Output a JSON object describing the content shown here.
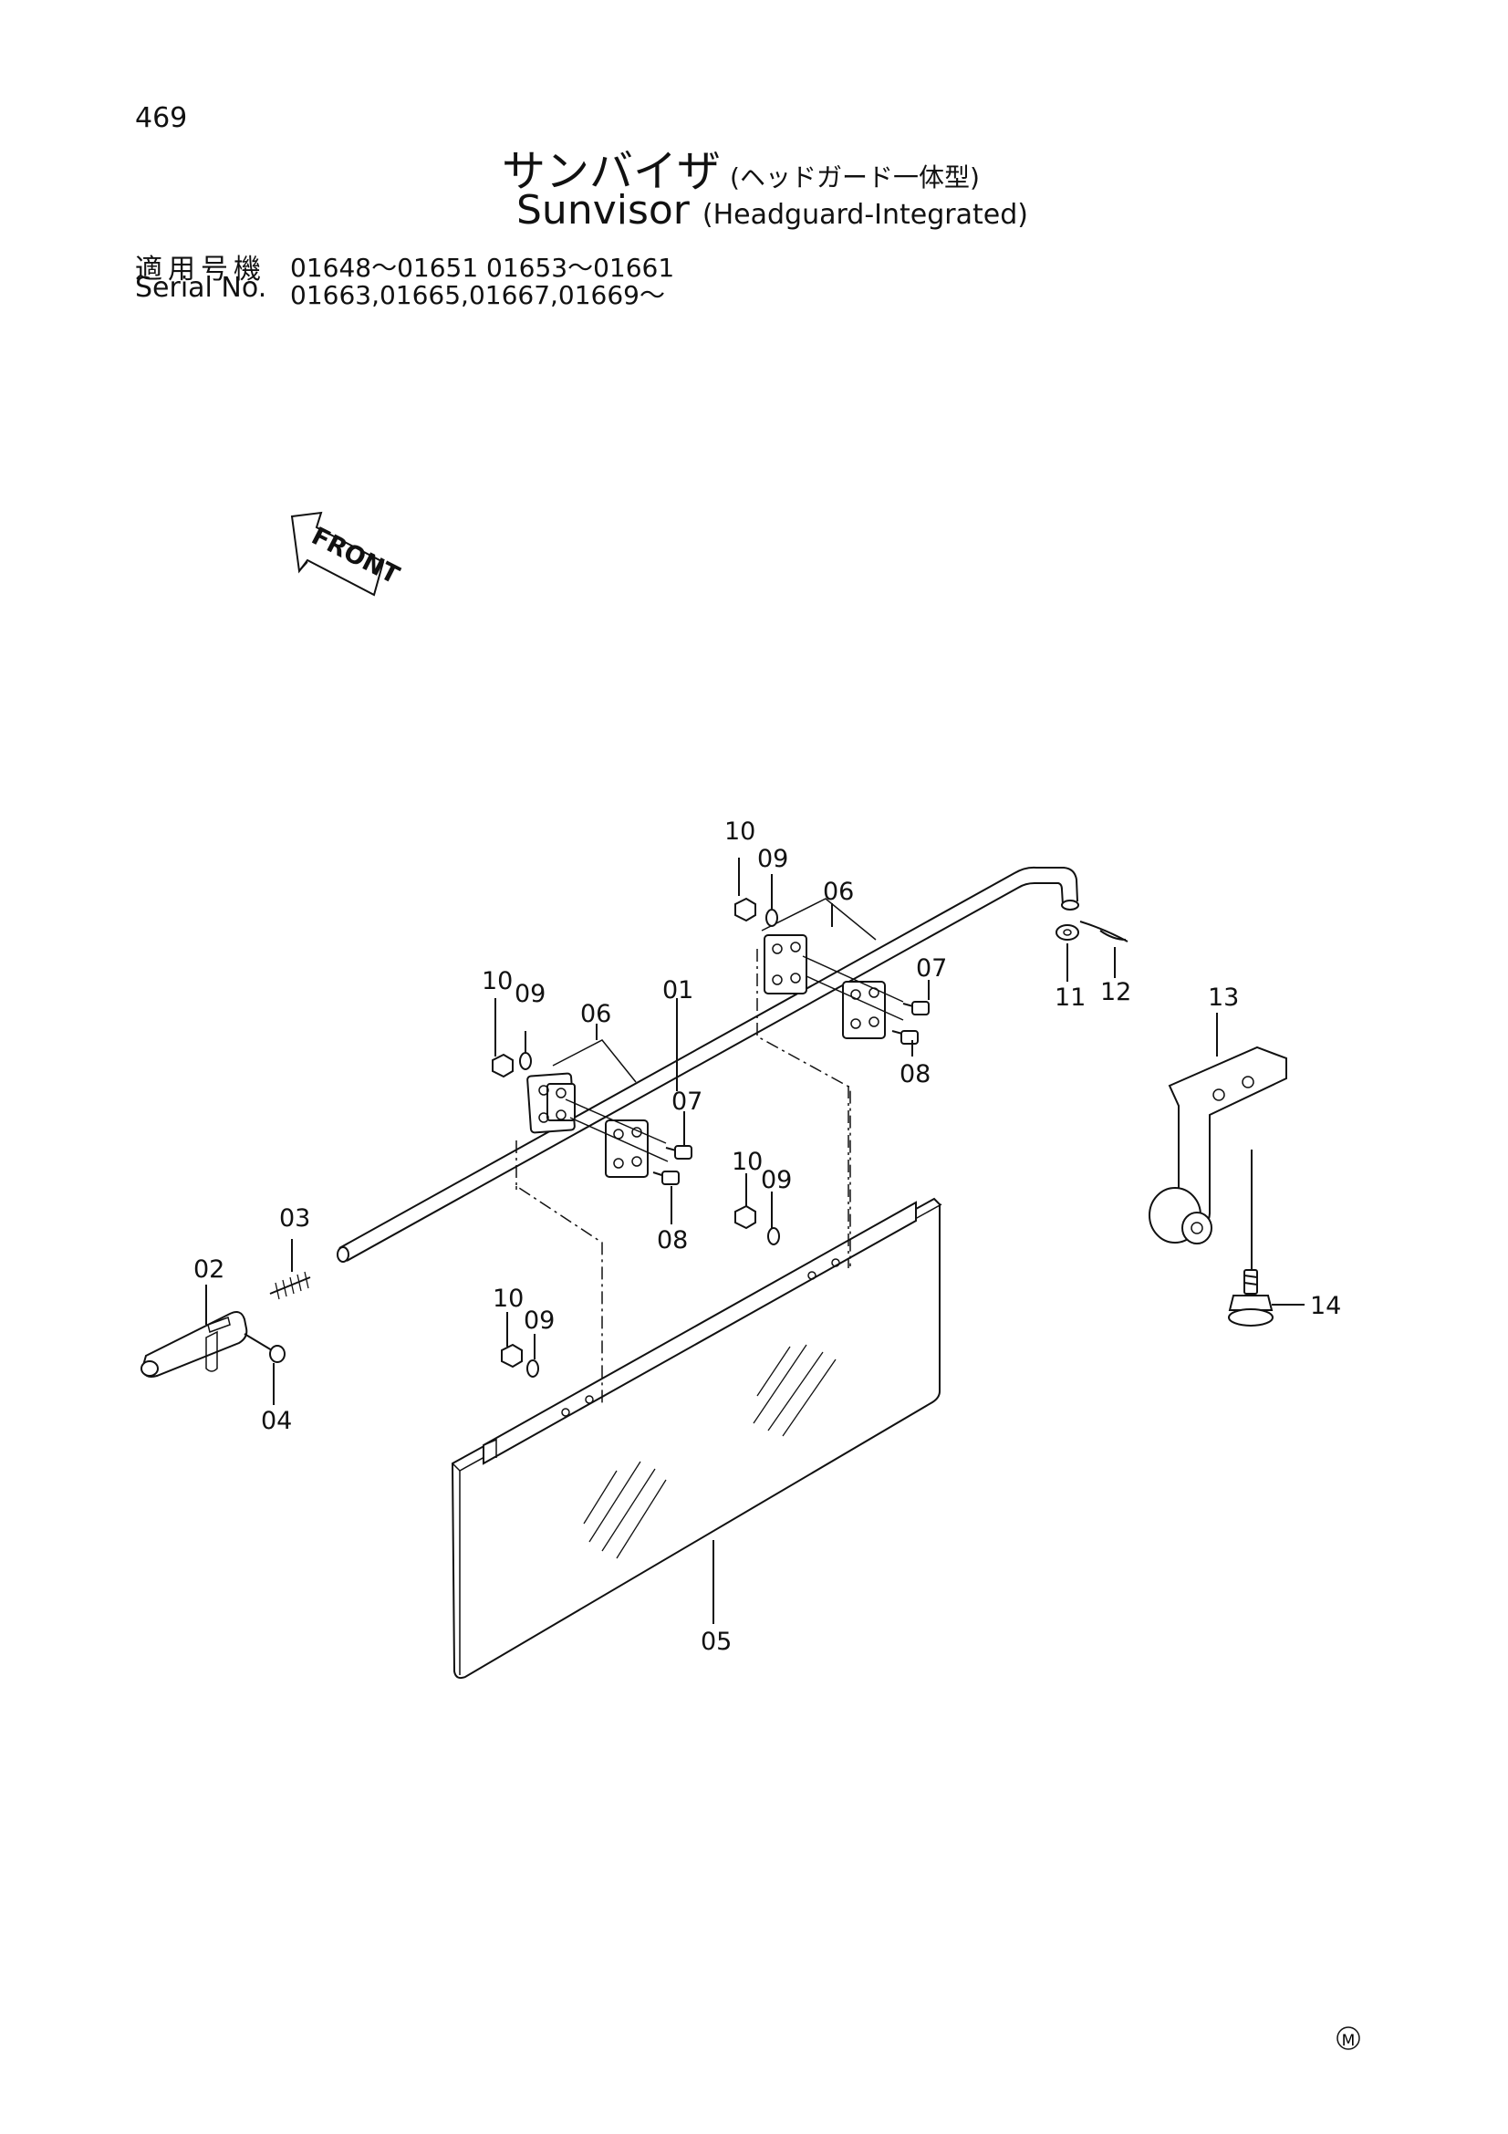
{
  "page_number": "469",
  "title": {
    "jp": "サンバイザ",
    "jp_sub": "(ヘッドガード一体型)",
    "en": "Sunvisor",
    "en_sub": "(Headguard-Integrated)"
  },
  "serial": {
    "label_jp": "適用号機",
    "label_en": "Serial No.",
    "line1": "01648～01651  01653～01661",
    "line2": "01663,01665,01667,01669～"
  },
  "front_arrow_label": "FRONT",
  "footer_mark": "M",
  "callouts": {
    "p01": "01",
    "p02": "02",
    "p03": "03",
    "p04": "04",
    "p05": "05",
    "p06a": "06",
    "p06b": "06",
    "p07a": "07",
    "p07b": "07",
    "p08a": "08",
    "p08b": "08",
    "p09a": "09",
    "p09b": "09",
    "p09c": "09",
    "p09d": "09",
    "p10a": "10",
    "p10b": "10",
    "p10c": "10",
    "p10d": "10",
    "p11": "11",
    "p12": "12",
    "p13": "13",
    "p14": "14"
  }
}
